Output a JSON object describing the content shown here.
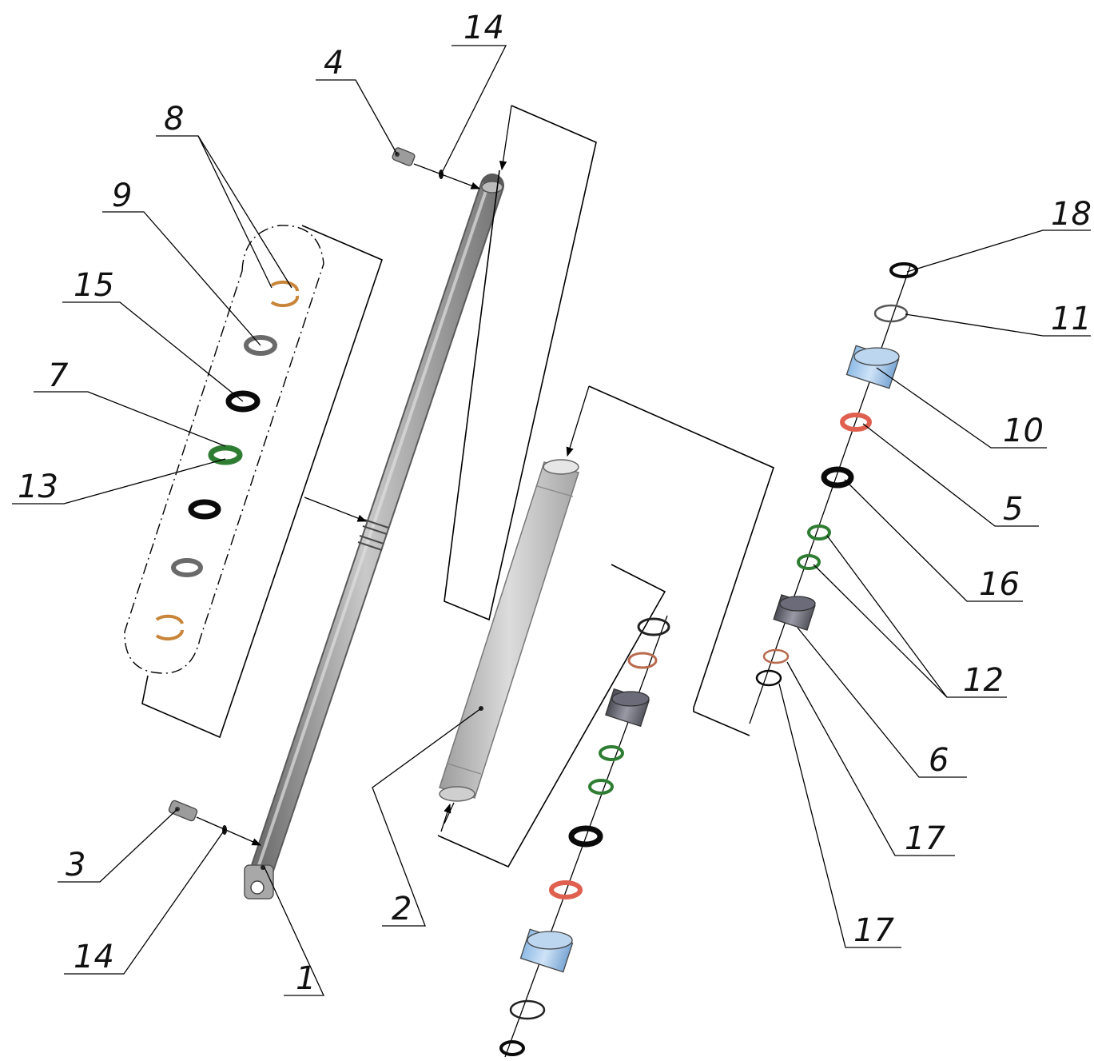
{
  "diagram": {
    "callouts": [
      {
        "id": "c1",
        "text": "1"
      },
      {
        "id": "c2",
        "text": "2"
      },
      {
        "id": "c3",
        "text": "3"
      },
      {
        "id": "c4",
        "text": "4"
      },
      {
        "id": "c5",
        "text": "5"
      },
      {
        "id": "c6",
        "text": "6"
      },
      {
        "id": "c7",
        "text": "7"
      },
      {
        "id": "c8",
        "text": "8"
      },
      {
        "id": "c9",
        "text": "9"
      },
      {
        "id": "c10",
        "text": "10"
      },
      {
        "id": "c11",
        "text": "11"
      },
      {
        "id": "c12",
        "text": "12"
      },
      {
        "id": "c13",
        "text": "13"
      },
      {
        "id": "c14a",
        "text": "14"
      },
      {
        "id": "c14b",
        "text": "14"
      },
      {
        "id": "c15",
        "text": "15"
      },
      {
        "id": "c16",
        "text": "16"
      },
      {
        "id": "c17a",
        "text": "17"
      },
      {
        "id": "c17b",
        "text": "17"
      },
      {
        "id": "c18",
        "text": "18"
      }
    ],
    "colors": {
      "line": "#000000",
      "steel": "#9a9a9a",
      "black_seal": "#0a0a0a",
      "green_seal": "#2e7d32",
      "red_seal": "#e0604f",
      "bronze_ring": "#c8853a",
      "blue_cap": "#6fa8dc"
    }
  }
}
